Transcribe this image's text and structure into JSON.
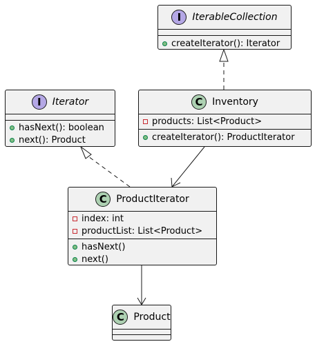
{
  "colors": {
    "class_fill": "#f1f1f1",
    "border": "#181818",
    "class_circle": "#add1b2",
    "interface_circle": "#b4a7e5",
    "public_fill": "#84be84",
    "public_border": "#038048",
    "private_border": "#c82930"
  },
  "classes": {
    "iterable_collection": {
      "kind": "interface",
      "stereotype_letter": "I",
      "name": "IterableCollection",
      "fields": [],
      "methods": [
        {
          "visibility": "public",
          "text": "createIterator(): Iterator"
        }
      ]
    },
    "iterator": {
      "kind": "interface",
      "stereotype_letter": "I",
      "name": "Iterator",
      "fields": [],
      "methods": [
        {
          "visibility": "public",
          "text": "hasNext(): boolean"
        },
        {
          "visibility": "public",
          "text": "next(): Product"
        }
      ]
    },
    "inventory": {
      "kind": "class",
      "stereotype_letter": "C",
      "name": "Inventory",
      "fields": [
        {
          "visibility": "private",
          "text": "products: List<Product>"
        }
      ],
      "methods": [
        {
          "visibility": "public",
          "text": "createIterator(): ProductIterator"
        }
      ]
    },
    "product_iterator": {
      "kind": "class",
      "stereotype_letter": "C",
      "name": "ProductIterator",
      "fields": [
        {
          "visibility": "private",
          "text": "index: int"
        },
        {
          "visibility": "private",
          "text": "productList: List<Product>"
        }
      ],
      "methods": [
        {
          "visibility": "public",
          "text": "hasNext()"
        },
        {
          "visibility": "public",
          "text": "next()"
        }
      ]
    },
    "product": {
      "kind": "class",
      "stereotype_letter": "C",
      "name": "Product",
      "fields": [],
      "methods": []
    }
  },
  "relations": [
    {
      "type": "realization",
      "from": "inventory",
      "to": "iterable_collection"
    },
    {
      "type": "realization",
      "from": "product_iterator",
      "to": "iterator"
    },
    {
      "type": "association",
      "from": "inventory",
      "to": "product_iterator"
    },
    {
      "type": "association",
      "from": "product_iterator",
      "to": "product"
    }
  ]
}
